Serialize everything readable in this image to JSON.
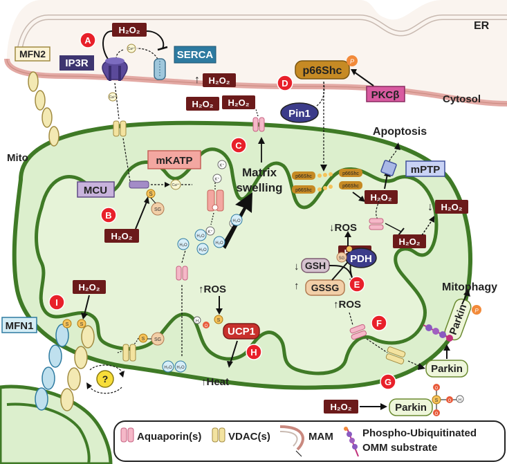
{
  "compartments": {
    "er": "ER",
    "cytosol": "Cytosol",
    "mito": "Mito"
  },
  "proteins": {
    "mfn2": "MFN2",
    "mfn1": "MFN1",
    "ip3r": "IP3R",
    "serca": "SERCA",
    "p66shc": "p66Shc",
    "pkcb": "PKCβ",
    "pin1": "Pin1",
    "mcu": "MCU",
    "mkatp": "mKATP",
    "mptp": "mPTP",
    "pdh": "PDH",
    "ucp1": "UCP1",
    "gsh": "GSH",
    "gssg": "GSSG",
    "parkin": "Parkin",
    "p66shc_small": "p66Shc"
  },
  "small": {
    "ca": "Ca²⁺",
    "k": "K⁺",
    "h2o": "H₂O",
    "s": "S",
    "sg": "SG",
    "p": "P",
    "h": "H",
    "o": "O",
    "question": "?"
  },
  "h2o2": "H₂O₂",
  "texts": {
    "up_h2o2": "↑",
    "down_h2o2": "↓",
    "matrix_swelling_1": "Matrix",
    "matrix_swelling_2": "swelling",
    "apoptosis": "Apoptosis",
    "down_ros": "↓ROS",
    "up_ros_h": "↑ROS",
    "up_ros_f": "↑ROS",
    "mitophagy": "Mitophagy",
    "heat": "↑Heat",
    "up_gssg": "↑",
    "down_gsh": "↓"
  },
  "markers": [
    "A",
    "B",
    "C",
    "D",
    "E",
    "F",
    "G",
    "H",
    "I"
  ],
  "legend": {
    "aquaporin": "Aquaporin(s)",
    "vdac": "VDAC(s)",
    "mam": "MAM",
    "phospho_1": "Phospho-Ubiquitinated",
    "phospho_2": "OMM substrate"
  },
  "colors": {
    "marker_red": "#e8202a",
    "h2o2_fill": "#6b1a1a",
    "er_membrane": "#e3a9a4",
    "mito_outer": "#3f7a26",
    "mito_fill": "#dcefcd",
    "aquaporin": "#f5b8c8",
    "vdac": "#f3e3a0"
  }
}
